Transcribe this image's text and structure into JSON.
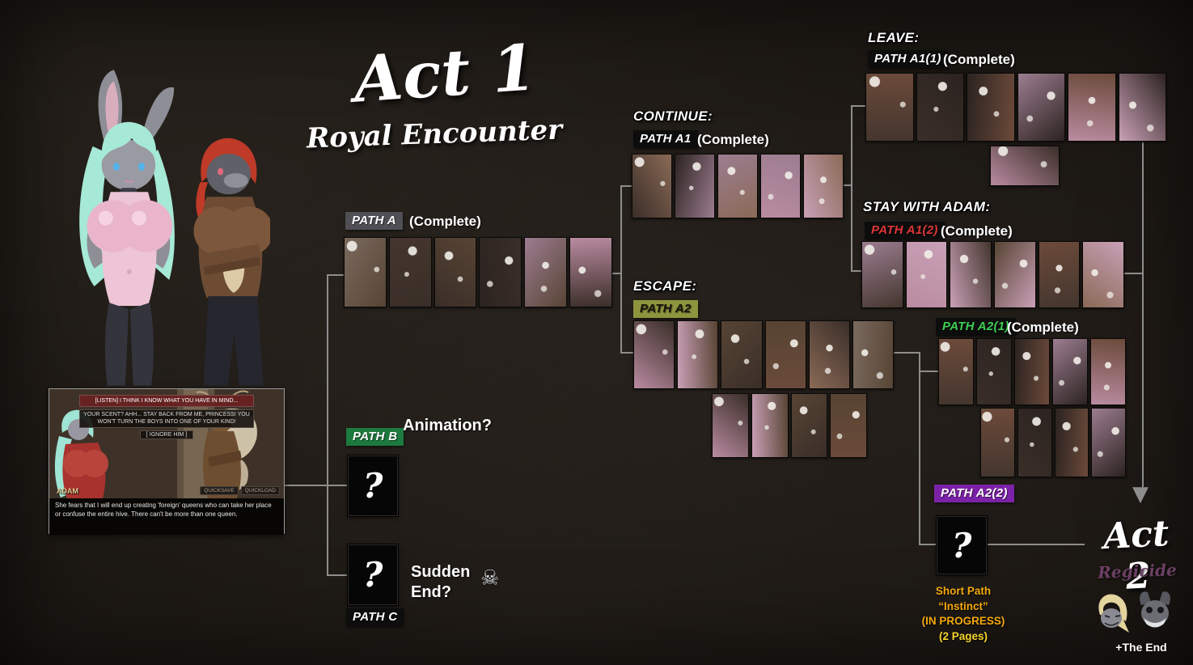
{
  "title": {
    "act": "Act 1",
    "subtitle": "Royal Encounter"
  },
  "act2": {
    "title": "Act 2",
    "subtitle": "Regicide",
    "end_label": "+The End"
  },
  "qmark": "?",
  "icons": {
    "skull": "☠",
    "arrow_down": "▼"
  },
  "branches": {
    "path_a": {
      "label": "PATH A",
      "status": "(Complete)",
      "chip_bg": "#4f4f55",
      "chip_fg": "#ffffff"
    },
    "continue": {
      "header": "CONTINUE:",
      "label": "PATH A1",
      "status": "(Complete)",
      "chip_bg": "#0d0d0d",
      "chip_fg": "#ffffff"
    },
    "escape": {
      "header": "ESCAPE:",
      "label": "PATH A2",
      "chip_bg": "#8f943e",
      "chip_fg": "#15150a"
    },
    "leave": {
      "header": "LEAVE:",
      "label": "PATH A1(1)",
      "status": "(Complete)",
      "chip_bg": "#0d0d0d",
      "chip_fg": "#ffffff"
    },
    "stay": {
      "header": "STAY WITH ADAM:",
      "label": "PATH A1(2)",
      "status": "(Complete)",
      "chip_bg": "#0d0d0d",
      "chip_fg": "#e03535"
    },
    "a2_1": {
      "label": "PATH A2(1)",
      "status": "(Complete)",
      "chip_bg": "#0d0d0d",
      "chip_fg": "#3ecf52"
    },
    "a2_2": {
      "label": "PATH A2(2)",
      "chip_bg": "#7c22a8",
      "chip_fg": "#ffffff"
    },
    "path_b": {
      "label": "PATH B",
      "note": "Animation?",
      "chip_bg": "#1d7a3e",
      "chip_fg": "#ffffff"
    },
    "path_c": {
      "label": "PATH C",
      "note": "Sudden End?",
      "chip_bg": "#0d0d0d",
      "chip_fg": "#ffffff"
    }
  },
  "short_path": {
    "lines": [
      "Short Path",
      "“Instinct”",
      "(IN PROGRESS)",
      "(2 Pages)"
    ],
    "colors": [
      "#f5a90b",
      "#f5a90b",
      "#f5a90b",
      "#f7d62a"
    ]
  },
  "vn": {
    "menu_option_1": "[LISTEN] I THINK I KNOW WHAT YOU HAVE IN MIND...",
    "menu_option_2": "YOUR SCENT? AHH... STAY BACK FROM ME, PRINCESS! YOU WON'T TURN THE BOYS INTO ONE OF YOUR KIND!",
    "menu_option_3": "[ IGNORE HIM ]",
    "speaker": "ADAM",
    "caption": "She fears that I will end up creating 'foreign' queens who can take her place or confuse the entire hive. There can't be more than one queen.",
    "buttons": [
      "QUICKSAVE",
      "QUICKLOAD"
    ]
  },
  "thumbnail_palette": [
    "#6b4a3a",
    "#b98ba0",
    "#3a2e28",
    "#8a6a56",
    "#c9a0b6",
    "#2c2320",
    "#7a6a5e",
    "#574434",
    "#9c7d90",
    "#44362e"
  ],
  "thumbnail_groups": {
    "path_a": 6,
    "continue_row": 5,
    "escape_row1": 6,
    "escape_row2": 4,
    "leave_row": 6,
    "leave_extra": 1,
    "stay_row": 6,
    "a2_1_row1": 5,
    "a2_1_row2": 4
  }
}
